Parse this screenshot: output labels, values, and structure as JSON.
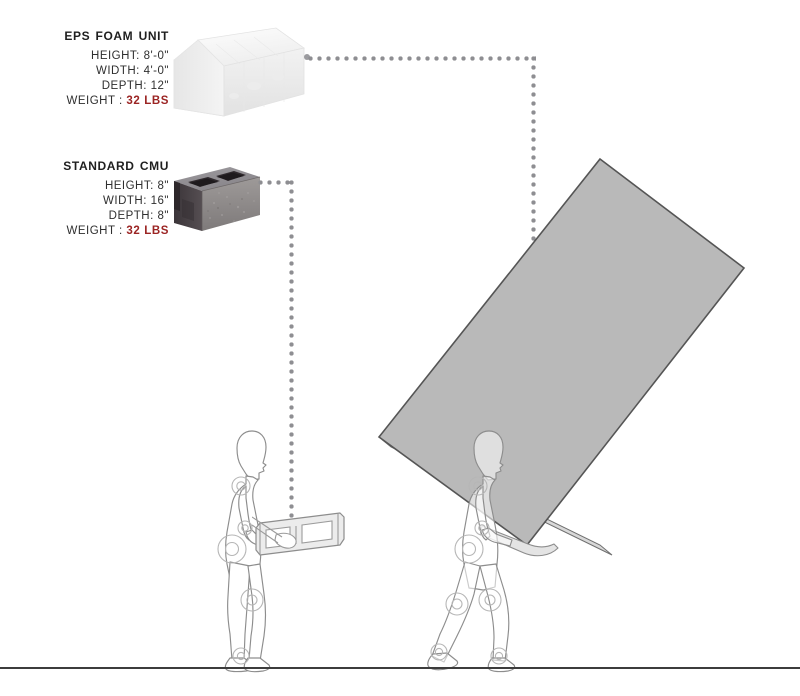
{
  "page": {
    "background_color": "#ffffff",
    "ground_line_color": "#3c3c3c"
  },
  "specs": [
    {
      "id": "eps-foam-unit",
      "title": "EPS Foam Unit",
      "rows": [
        {
          "label": "HEIGHT:",
          "value": "8'-0\""
        },
        {
          "label": "WIDTH:",
          "value": "4'-0\""
        },
        {
          "label": "DEPTH:",
          "value": "12\""
        }
      ],
      "weight_label": "WEIGHT :",
      "weight_value": "32 LBS",
      "weight_color": "#9b2423",
      "product_icon": "foam-block-icon"
    },
    {
      "id": "standard-cmu",
      "title": "Standard CMU",
      "rows": [
        {
          "label": "HEIGHT:",
          "value": "8\""
        },
        {
          "label": "WIDTH:",
          "value": "16\""
        },
        {
          "label": "DEPTH:",
          "value": "8\""
        }
      ],
      "weight_label": "WEIGHT :",
      "weight_value": "32 LBS",
      "weight_color": "#9b2423",
      "product_icon": "cmu-block-icon"
    }
  ],
  "leaders": [
    {
      "id": "foam-leader",
      "from": "foam-block-icon",
      "to": "foam-panel",
      "color": "#8e8e92"
    },
    {
      "id": "cmu-leader",
      "from": "cmu-block-icon",
      "to": "carried-cmu",
      "color": "#8e8e92"
    }
  ],
  "figures": [
    {
      "id": "figure-carrying-cmu",
      "name": "person-carrying-cmu",
      "pose": "standing",
      "carries": "carried-cmu",
      "outline_color": "#8a8a8a"
    },
    {
      "id": "figure-carrying-panel",
      "name": "person-carrying-foam-panel",
      "pose": "walking",
      "carries": "foam-panel",
      "outline_color": "#8a8a8a"
    }
  ],
  "objects": {
    "foam_panel": {
      "name": "foam-panel",
      "fill": "#b9b9b9",
      "stroke": "#555555",
      "corners": "600,159 744,268 527,545 379,437"
    },
    "carried_cmu": {
      "name": "carried-cmu",
      "fill": "#dddddd",
      "stroke": "#8a8a8a"
    }
  }
}
